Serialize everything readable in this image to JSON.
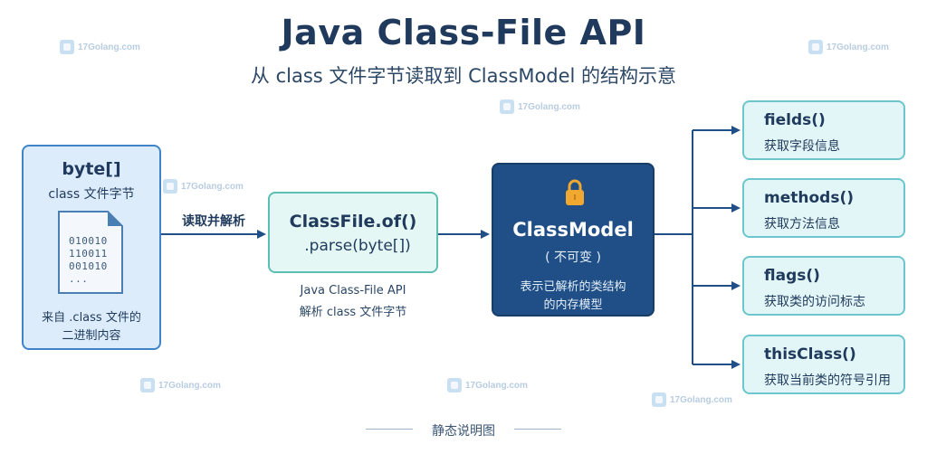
{
  "header": {
    "title": "Java Class-File API",
    "subtitle": "从 class 文件字节读取到 ClassModel 的结构示意"
  },
  "watermark": {
    "text": "17Golang.com"
  },
  "source_box": {
    "title": "byte[]",
    "subtitle": "class 文件字节",
    "binary_lines": [
      "010010",
      "110011",
      "001010",
      "..."
    ],
    "footer_line1": "来自 .class 文件的",
    "footer_line2": "二进制内容"
  },
  "arrow_label": "读取并解析",
  "parse_box": {
    "line1": "ClassFile.of()",
    "line2": ".parse(byte[])",
    "caption_line1": "Java Class-File API",
    "caption_line2": "解析 class 文件字节"
  },
  "model_box": {
    "title": "ClassModel",
    "tag": "( 不可变 )",
    "desc_line1": "表示已解析的类结构",
    "desc_line2": "的内存模型"
  },
  "methods": [
    {
      "name": "fields()",
      "desc": "获取字段信息"
    },
    {
      "name": "methods()",
      "desc": "获取方法信息"
    },
    {
      "name": "flags()",
      "desc": "获取类的访问标志"
    },
    {
      "name": "thisClass()",
      "desc": "获取当前类的符号引用"
    }
  ],
  "footer": {
    "caption": "静态说明图"
  },
  "colors": {
    "title": "#1f3a5c",
    "source_fill": "#dcecfb",
    "source_border": "#3f84c8",
    "parse_fill": "#e5f7f4",
    "parse_border": "#5cbfb3",
    "model_fill": "#1f4f86",
    "method_fill": "#e3f6f7",
    "method_border": "#6cc6cd",
    "arrow": "#1f4f86",
    "lock": "#f0a830"
  }
}
